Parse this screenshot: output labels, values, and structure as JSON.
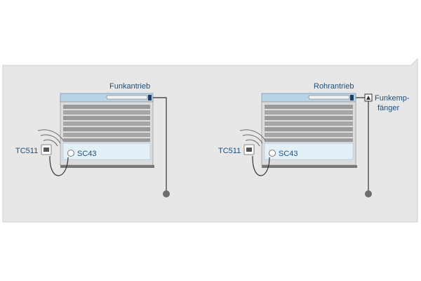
{
  "colors": {
    "wall": "#e7e7e7",
    "wall_edge": "#c8c8c8",
    "label": "#1d4f7c",
    "cassette": "#b9d3e6",
    "window_glass": "#e3f0f8",
    "slat": "#9a9a9a",
    "cable": "#333333",
    "pole_knob": "#6e6e6e"
  },
  "left_assembly": {
    "motor_label": "Funkantrieb",
    "sensor_label": "SC43",
    "transmitter_label": "TC511",
    "transmitter_icon": "wall-switch-icon",
    "signal_icon": "radio-waves-icon",
    "sensor_icon": "sun-sensor-icon"
  },
  "right_assembly": {
    "motor_label": "Rohrantrieb",
    "receiver_label_line1": "Funkemp-",
    "receiver_label_line2": "fänger",
    "receiver_icon": "radio-receiver-icon",
    "sensor_label": "SC43",
    "transmitter_label": "TC511",
    "transmitter_icon": "wall-switch-icon",
    "signal_icon": "radio-waves-icon",
    "sensor_icon": "sun-sensor-icon"
  }
}
